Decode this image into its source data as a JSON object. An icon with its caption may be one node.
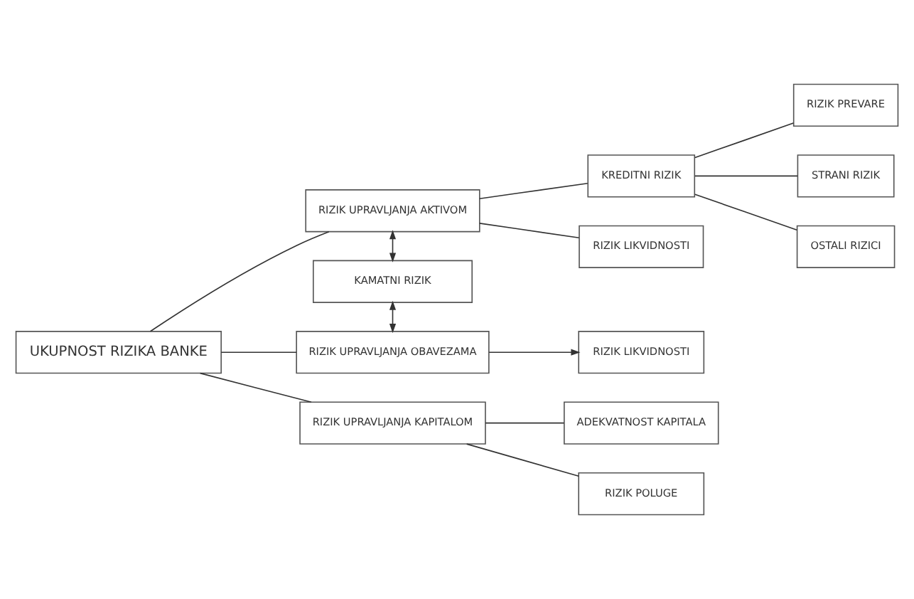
{
  "diagram": {
    "nodes": [
      {
        "text": [
          "UKUPNOST RIZIKA BANKE"
        ]
      },
      {
        "text": [
          "RIZIK UPRAVLJANJA AKTIVOM"
        ]
      },
      {
        "text": [
          "KREDITNI RIZIK"
        ]
      },
      {
        "text": [
          "RIZIK PREVARE"
        ]
      },
      {
        "text": [
          "STRANI RIZIK"
        ]
      },
      {
        "text": [
          "OSTALI RIZICI"
        ]
      },
      {
        "text": [
          "RIZIK LIKVIDNOSTI"
        ]
      },
      {
        "text": [
          "KAMATNI RIZIK"
        ]
      },
      {
        "text": [
          "RIZIK UPRAVLJANJA OBAVEZAMA"
        ]
      },
      {
        "text": [
          "RIZIK LIKVIDNOSTI"
        ]
      },
      {
        "text": [
          "RIZIK UPRAVLJANJA KAPITALOM"
        ]
      },
      {
        "text": [
          "ADEKVATNOST KAPITALA"
        ]
      },
      {
        "text": [
          "RIZIK POLUGE"
        ]
      }
    ],
    "edges": [
      {
        "from": 0,
        "to": 1,
        "arrow": "none"
      },
      {
        "from": 0,
        "to": 8,
        "arrow": "none"
      },
      {
        "from": 0,
        "to": 10,
        "arrow": "none"
      },
      {
        "from": 1,
        "to": 7,
        "arrow": "both"
      },
      {
        "from": 7,
        "to": 8,
        "arrow": "both"
      },
      {
        "from": 1,
        "to": 2,
        "arrow": "none"
      },
      {
        "from": 1,
        "to": 6,
        "arrow": "none"
      },
      {
        "from": 2,
        "to": 3,
        "arrow": "none"
      },
      {
        "from": 2,
        "to": 4,
        "arrow": "none"
      },
      {
        "from": 2,
        "to": 5,
        "arrow": "none"
      },
      {
        "from": 8,
        "to": 9,
        "arrow": "to"
      },
      {
        "from": 10,
        "to": 11,
        "arrow": "none"
      },
      {
        "from": 10,
        "to": 12,
        "arrow": "none"
      }
    ]
  }
}
